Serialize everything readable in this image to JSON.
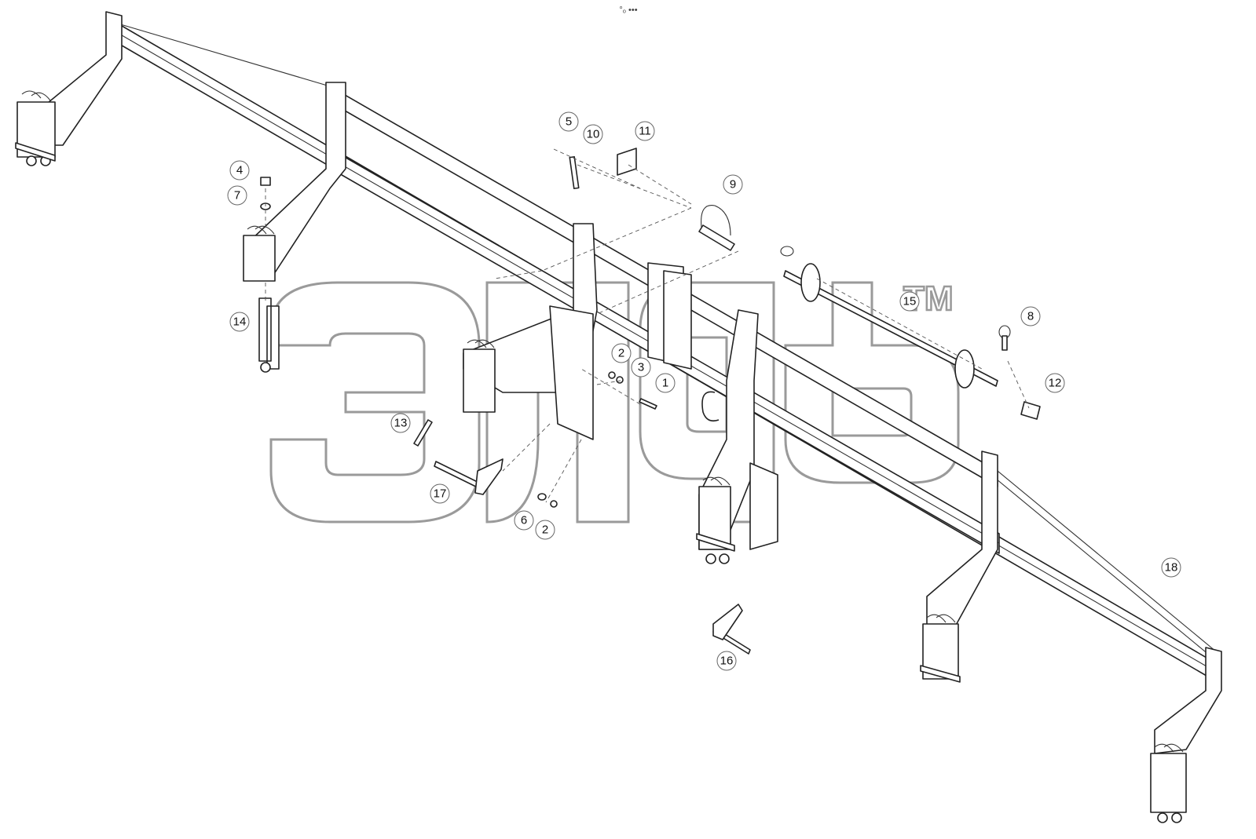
{
  "page": {
    "top_mark": "°ₒ •••"
  },
  "watermark": {
    "text": "элдб",
    "trademark": "TM"
  },
  "callouts": [
    {
      "label": "1"
    },
    {
      "label": "2"
    },
    {
      "label": "2"
    },
    {
      "label": "3"
    },
    {
      "label": "4"
    },
    {
      "label": "5"
    },
    {
      "label": "6"
    },
    {
      "label": "7"
    },
    {
      "label": "8"
    },
    {
      "label": "9"
    },
    {
      "label": "10"
    },
    {
      "label": "11"
    },
    {
      "label": "12"
    },
    {
      "label": "13"
    },
    {
      "label": "14"
    },
    {
      "label": "15"
    },
    {
      "label": "16"
    },
    {
      "label": "17"
    },
    {
      "label": "18"
    }
  ]
}
